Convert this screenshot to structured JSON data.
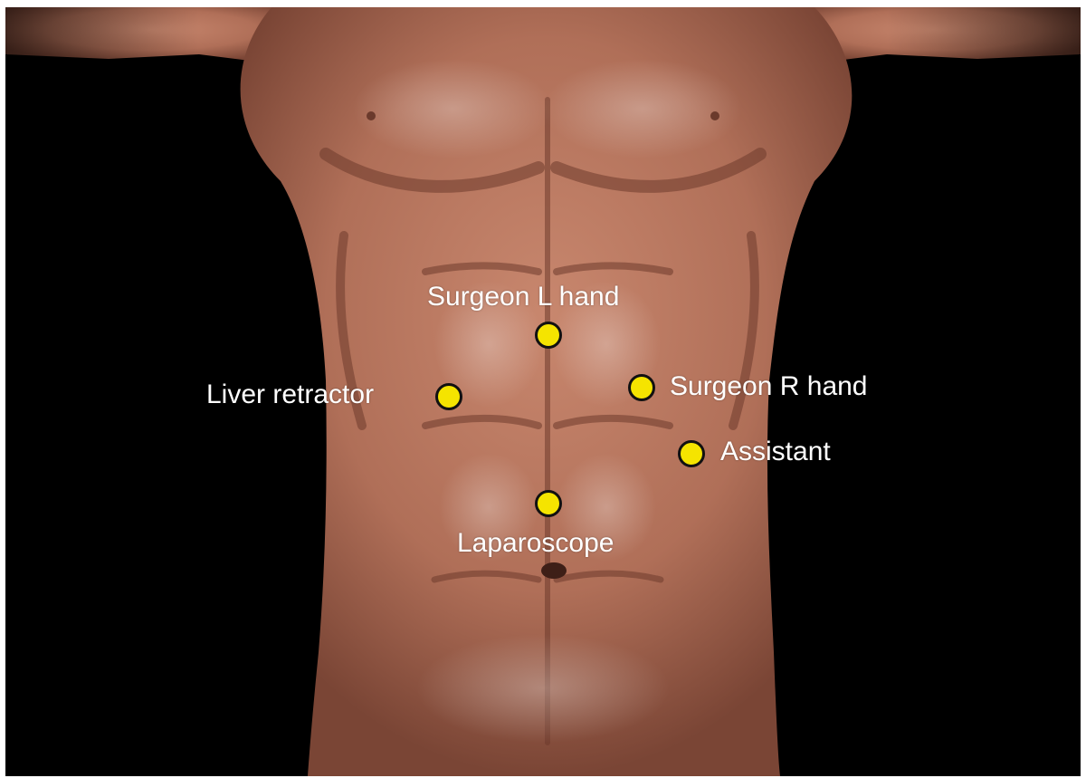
{
  "figure": {
    "background_color": "#000000",
    "skin_color": "#b6765f",
    "marker_color": "#f5e400",
    "marker_outline_color": "#111111",
    "label_color": "#ffffff"
  },
  "ports": [
    {
      "id": "surgeon-l-hand",
      "label": "Surgeon L hand"
    },
    {
      "id": "liver-retractor",
      "label": "Liver retractor"
    },
    {
      "id": "surgeon-r-hand",
      "label": "Surgeon R hand"
    },
    {
      "id": "assistant",
      "label": "Assistant"
    },
    {
      "id": "laparoscope",
      "label": "Laparoscope"
    }
  ]
}
